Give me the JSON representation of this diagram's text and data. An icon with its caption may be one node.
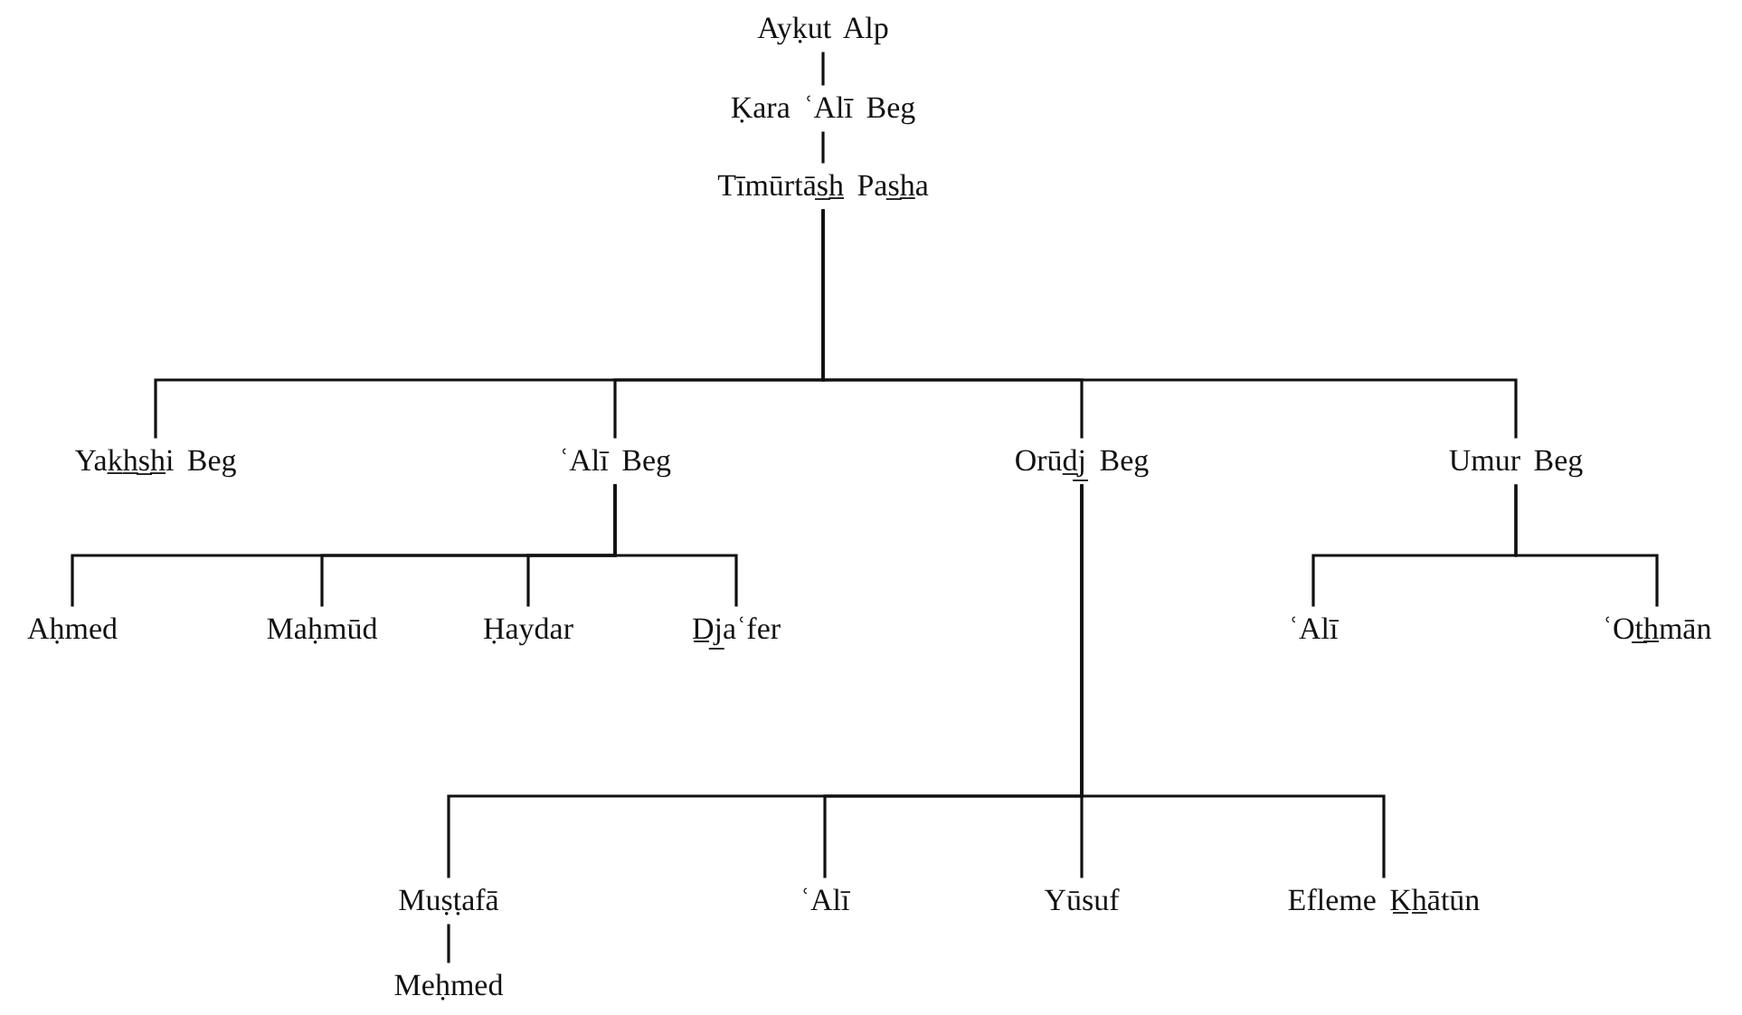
{
  "diagram": {
    "nodes": [
      {
        "text": [
          "Ayḳut Alp"
        ]
      },
      {
        "text": [
          "Ḳara ʿAlī Beg"
        ]
      },
      {
        "text": [
          "Tīmūrtās̲h̲ Pas̲h̲a"
        ]
      },
      {
        "text": [
          "Yak̲h̲s̲h̲i Beg"
        ]
      },
      {
        "text": [
          "ʿAlī Beg"
        ]
      },
      {
        "text": [
          "Orūd̲j̲ Beg"
        ]
      },
      {
        "text": [
          "Umur Beg"
        ]
      },
      {
        "text": [
          "Aḥmed"
        ]
      },
      {
        "text": [
          "Maḥmūd"
        ]
      },
      {
        "text": [
          "Ḥaydar"
        ]
      },
      {
        "text": [
          "D̲j̲aʿfer"
        ]
      },
      {
        "text": [
          "ʿAlī"
        ]
      },
      {
        "text": [
          "ʿOt̲h̲mān"
        ]
      },
      {
        "text": [
          "Muṣṭafā"
        ]
      },
      {
        "text": [
          "ʿAlī"
        ]
      },
      {
        "text": [
          "Yūsuf"
        ]
      },
      {
        "text": [
          "Efleme K̲h̲ātūn"
        ]
      },
      {
        "text": [
          "Meḥmed"
        ]
      }
    ],
    "edges": [
      {
        "from": 0,
        "to": 1,
        "arrow": "none"
      },
      {
        "from": 1,
        "to": 2,
        "arrow": "none"
      },
      {
        "from": 2,
        "to": 3,
        "arrow": "none"
      },
      {
        "from": 2,
        "to": 4,
        "arrow": "none"
      },
      {
        "from": 2,
        "to": 5,
        "arrow": "none"
      },
      {
        "from": 2,
        "to": 6,
        "arrow": "none"
      },
      {
        "from": 4,
        "to": 7,
        "arrow": "none"
      },
      {
        "from": 4,
        "to": 8,
        "arrow": "none"
      },
      {
        "from": 4,
        "to": 9,
        "arrow": "none"
      },
      {
        "from": 4,
        "to": 10,
        "arrow": "none"
      },
      {
        "from": 6,
        "to": 11,
        "arrow": "none"
      },
      {
        "from": 6,
        "to": 12,
        "arrow": "none"
      },
      {
        "from": 5,
        "to": 13,
        "arrow": "none"
      },
      {
        "from": 5,
        "to": 14,
        "arrow": "none"
      },
      {
        "from": 5,
        "to": 15,
        "arrow": "none"
      },
      {
        "from": 5,
        "to": 16,
        "arrow": "none"
      },
      {
        "from": 13,
        "to": 17,
        "arrow": "none"
      }
    ]
  }
}
